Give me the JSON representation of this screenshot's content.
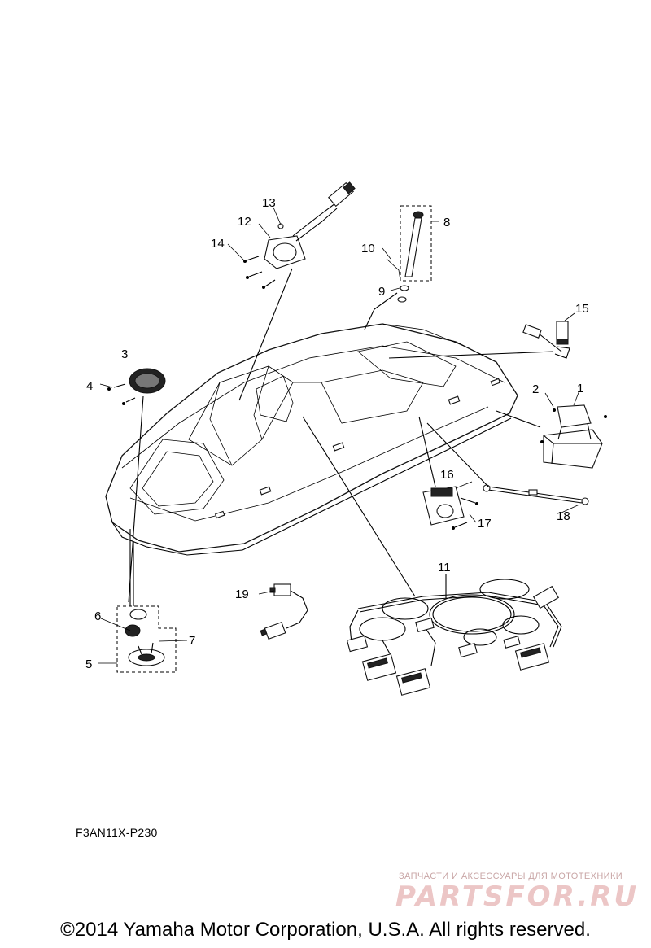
{
  "diagram": {
    "callouts": {
      "c1": "1",
      "c2": "2",
      "c3": "3",
      "c4": "4",
      "c5": "5",
      "c6": "6",
      "c7": "7",
      "c8": "8",
      "c9": "9",
      "c10": "10",
      "c11": "11",
      "c12": "12",
      "c13": "13",
      "c14": "14",
      "c15": "15",
      "c16": "16",
      "c17": "17",
      "c18": "18",
      "c19": "19"
    },
    "drawing_code": "F3AN11X-P230"
  },
  "watermark": {
    "tagline": "ЗАПЧАСТИ И АКСЕССУАРЫ ДЛЯ МОТОТЕХНИКИ",
    "brand": "PARTSFOR.RU"
  },
  "footer": {
    "copyright": "©2014 Yamaha Motor Corporation, U.S.A. All rights reserved."
  }
}
